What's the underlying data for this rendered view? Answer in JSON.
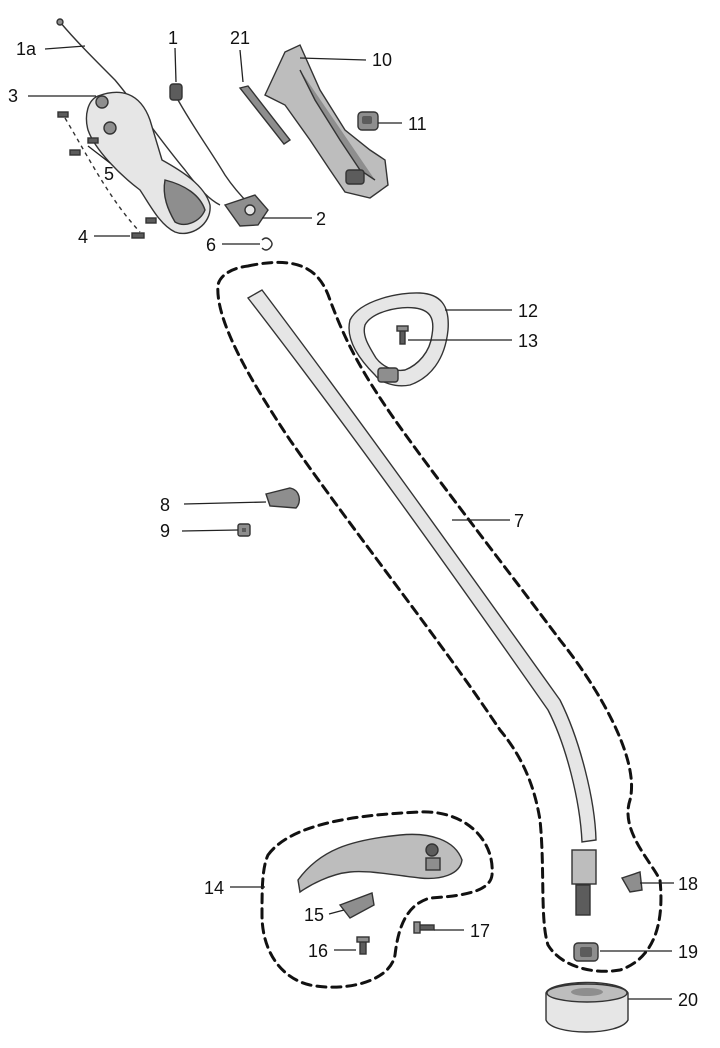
{
  "diagram": {
    "labels": {
      "p1a": "1a",
      "p1": "1",
      "p21": "21",
      "p10": "10",
      "p3": "3",
      "p11": "11",
      "p5": "5",
      "p2": "2",
      "p4": "4",
      "p6": "6",
      "p12": "12",
      "p13": "13",
      "p8": "8",
      "p9": "9",
      "p7": "7",
      "p14": "14",
      "p18": "18",
      "p15": "15",
      "p17": "17",
      "p16": "16",
      "p19": "19",
      "p20": "20"
    }
  }
}
